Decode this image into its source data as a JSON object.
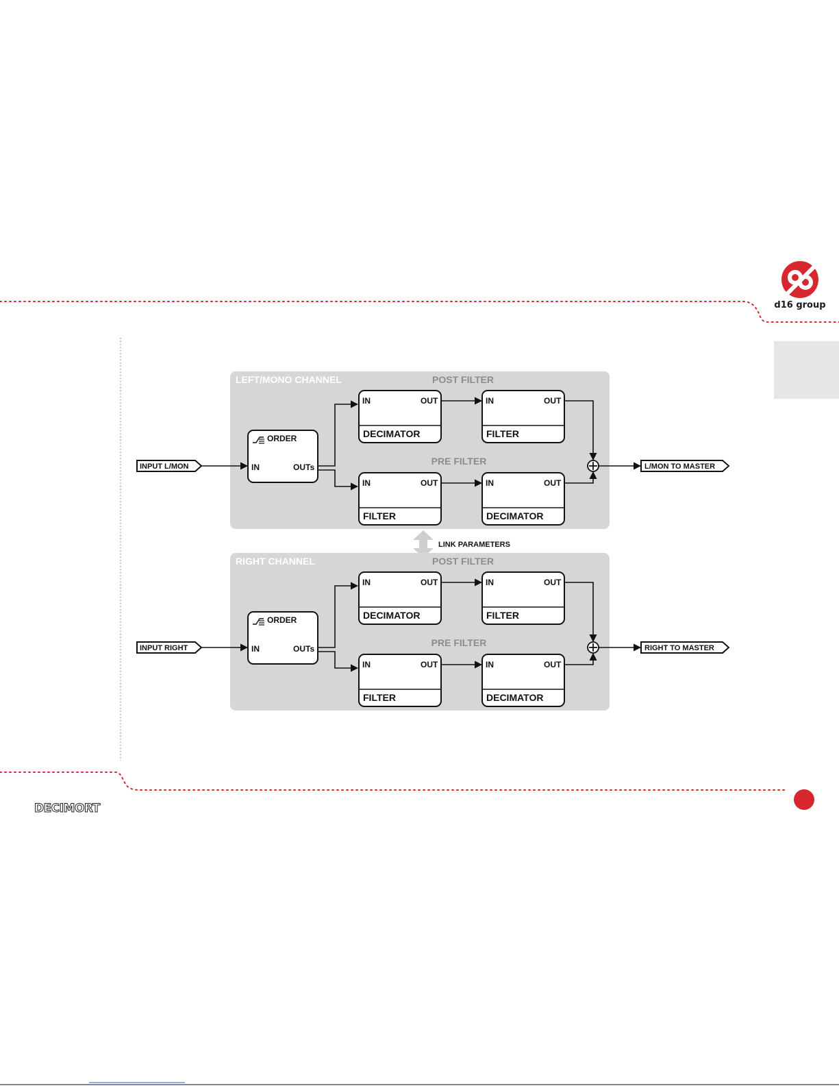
{
  "logo": {
    "name": "d16 group"
  },
  "brand": {
    "name": "DECIMORT"
  },
  "link_label": "LINK PARAMETERS",
  "colors": {
    "accent": "#d7262e",
    "panel": "#d6d6d6",
    "section_title": "#8c8c8c",
    "side_tab": "#e5e6e8"
  },
  "channels": [
    {
      "title": "LEFT/MONO CHANNEL",
      "input": "INPUT L/MON",
      "output": "L/MON TO MASTER",
      "order": {
        "label": "ORDER",
        "in": "IN",
        "out": "OUTs"
      },
      "sections": [
        {
          "title": "POST FILTER",
          "blocks": [
            {
              "title": "DECIMATOR",
              "in": "IN",
              "out": "OUT"
            },
            {
              "title": "FILTER",
              "in": "IN",
              "out": "OUT"
            }
          ]
        },
        {
          "title": "PRE FILTER",
          "blocks": [
            {
              "title": "FILTER",
              "in": "IN",
              "out": "OUT"
            },
            {
              "title": "DECIMATOR",
              "in": "IN",
              "out": "OUT"
            }
          ]
        }
      ]
    },
    {
      "title": "RIGHT CHANNEL",
      "input": "INPUT RIGHT",
      "output": "RIGHT TO MASTER",
      "order": {
        "label": "ORDER",
        "in": "IN",
        "out": "OUTs"
      },
      "sections": [
        {
          "title": "POST FILTER",
          "blocks": [
            {
              "title": "DECIMATOR",
              "in": "IN",
              "out": "OUT"
            },
            {
              "title": "FILTER",
              "in": "IN",
              "out": "OUT"
            }
          ]
        },
        {
          "title": "PRE FILTER",
          "blocks": [
            {
              "title": "FILTER",
              "in": "IN",
              "out": "OUT"
            },
            {
              "title": "DECIMATOR",
              "in": "IN",
              "out": "OUT"
            }
          ]
        }
      ]
    }
  ]
}
